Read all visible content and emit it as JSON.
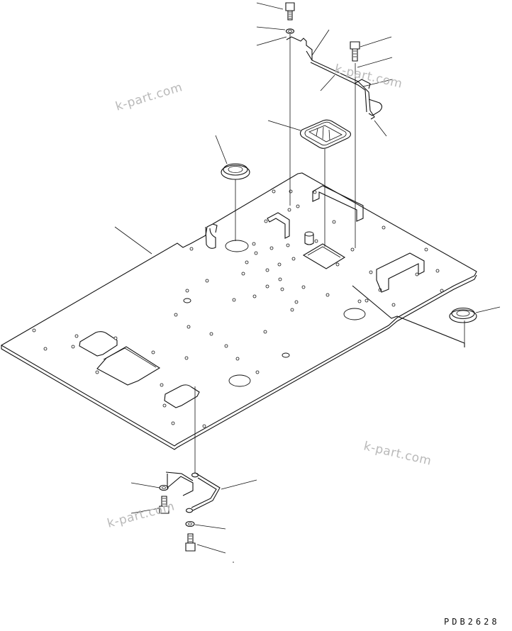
{
  "drawing": {
    "watermarks": [
      "k-part.com",
      "k-part.com",
      "k-part.com",
      "k-part.com"
    ],
    "drawing_code": "PDB2628"
  }
}
